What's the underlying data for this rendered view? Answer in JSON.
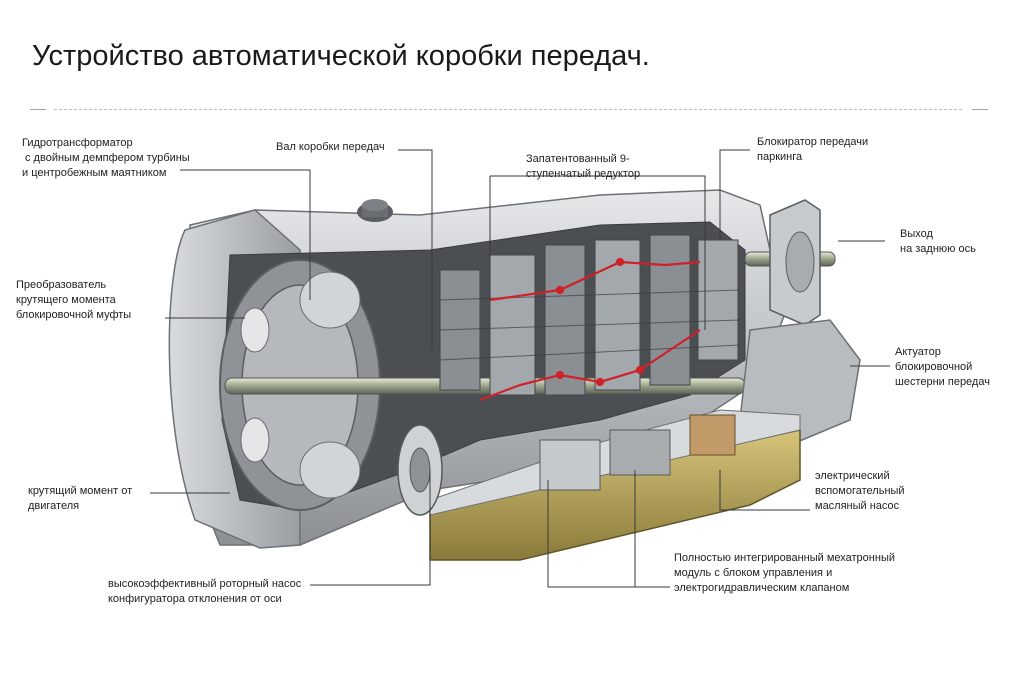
{
  "title": "Устройство автоматической коробки передач.",
  "colors": {
    "leader": "#3a3a3a",
    "redLine": "#d0202a",
    "housing": "#bfc3c6",
    "dark": "#4a4d50",
    "oil": "#b8a45a"
  },
  "callouts": {
    "torque_converter": [
      "Гидротрансформатор",
      "с двойным демпфером турбины",
      "и центробежным маятником"
    ],
    "shaft": [
      "Вал коробки передач"
    ],
    "gearset": [
      "Запатентованный 9-",
      "ступенчатый редуктор"
    ],
    "parking_lock": [
      "Блокиратор передачи",
      "паркинга"
    ],
    "output": [
      "Выход",
      "на заднюю ось"
    ],
    "lockup_clutch": [
      "Преобразователь",
      "крутящего момента",
      "блокировочной муфты"
    ],
    "actuator": [
      "Актуатор",
      "блокировочной",
      "шестерни передач"
    ],
    "engine_torque": [
      "крутящий момент от",
      "двигателя"
    ],
    "oil_pump": [
      "электрический",
      "вспомогательный",
      "масляный насос"
    ],
    "rotary_pump": [
      "высокоэффективный роторный насос",
      "конфигуратора отклонения от оси"
    ],
    "mechatronic": [
      "Полностью интегрированный мехатронный",
      "модуль с блоком управления и",
      "электрогидравлическим клапаном"
    ]
  }
}
